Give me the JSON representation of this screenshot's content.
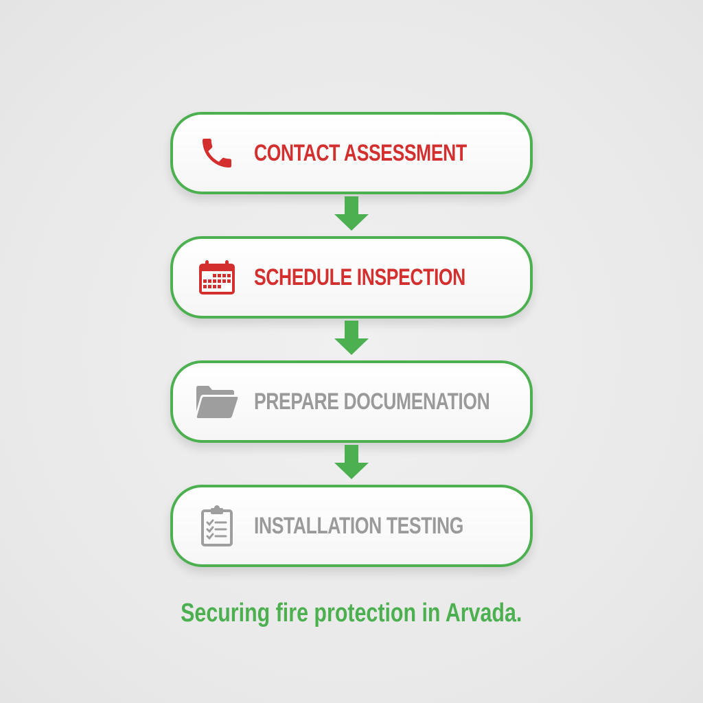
{
  "colors": {
    "accent_green": "#4cb050",
    "active_red": "#d32f2f",
    "inactive_gray": "#9a9a9a",
    "background": "#ebebeb"
  },
  "steps": [
    {
      "label": "CONTACT ASSESSMENT",
      "icon": "phone-icon",
      "state": "active"
    },
    {
      "label": "SCHEDULE INSPECTION",
      "icon": "calendar-icon",
      "state": "active"
    },
    {
      "label": "PREPARE DOCUMENATION",
      "icon": "folder-icon",
      "state": "inactive"
    },
    {
      "label": "INSTALLATION TESTING",
      "icon": "clipboard-checklist-icon",
      "state": "inactive"
    }
  ],
  "connectors": [
    "arrow-down",
    "arrow-down",
    "arrow-down"
  ],
  "tagline": "Securing fire protection in Arvada."
}
